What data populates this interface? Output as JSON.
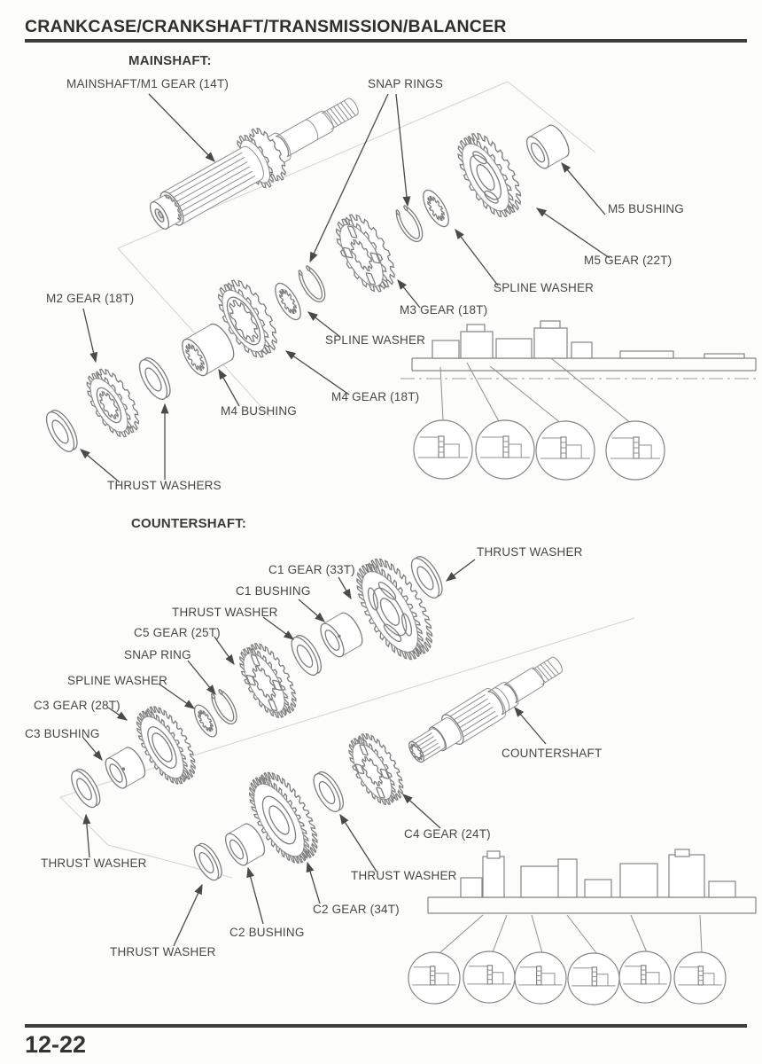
{
  "page": {
    "header_title": "CRANKCASE/CRANKSHAFT/TRANSMISSION/BALANCER",
    "page_number": "12-22"
  },
  "sections": {
    "mainshaft": {
      "heading": "MAINSHAFT:",
      "labels": {
        "m1_gear": "MAINSHAFT/M1 GEAR (14T)",
        "snap_rings": "SNAP RINGS",
        "m5_bushing": "M5 BUSHING",
        "m5_gear": "M5 GEAR (22T)",
        "spline_washer_right": "SPLINE WASHER",
        "m3_gear": "M3 GEAR (18T)",
        "spline_washer_left": "SPLINE WASHER",
        "m2_gear": "M2 GEAR (18T)",
        "m4_gear": "M4 GEAR (18T)",
        "m4_bushing": "M4 BUSHING",
        "thrust_washers": "THRUST WASHERS"
      }
    },
    "countershaft": {
      "heading": "COUNTERSHAFT:",
      "labels": {
        "c1_gear": "C1 GEAR (33T)",
        "thrust_washer_top": "THRUST WASHER",
        "c1_bushing": "C1 BUSHING",
        "thrust_washer_mid": "THRUST WASHER",
        "c5_gear": "C5 GEAR (25T)",
        "snap_ring": "SNAP RING",
        "spline_washer": "SPLINE WASHER",
        "c3_gear": "C3 GEAR (28T)",
        "c3_bushing": "C3 BUSHING",
        "countershaft": "COUNTERSHAFT",
        "c4_gear": "C4 GEAR (24T)",
        "thrust_washer_left": "THRUST WASHER",
        "thrust_washer_right": "THRUST WASHER",
        "c2_gear": "C2 GEAR (34T)",
        "c2_bushing": "C2 BUSHING",
        "thrust_washer_bottom": "THRUST WASHER"
      }
    }
  }
}
